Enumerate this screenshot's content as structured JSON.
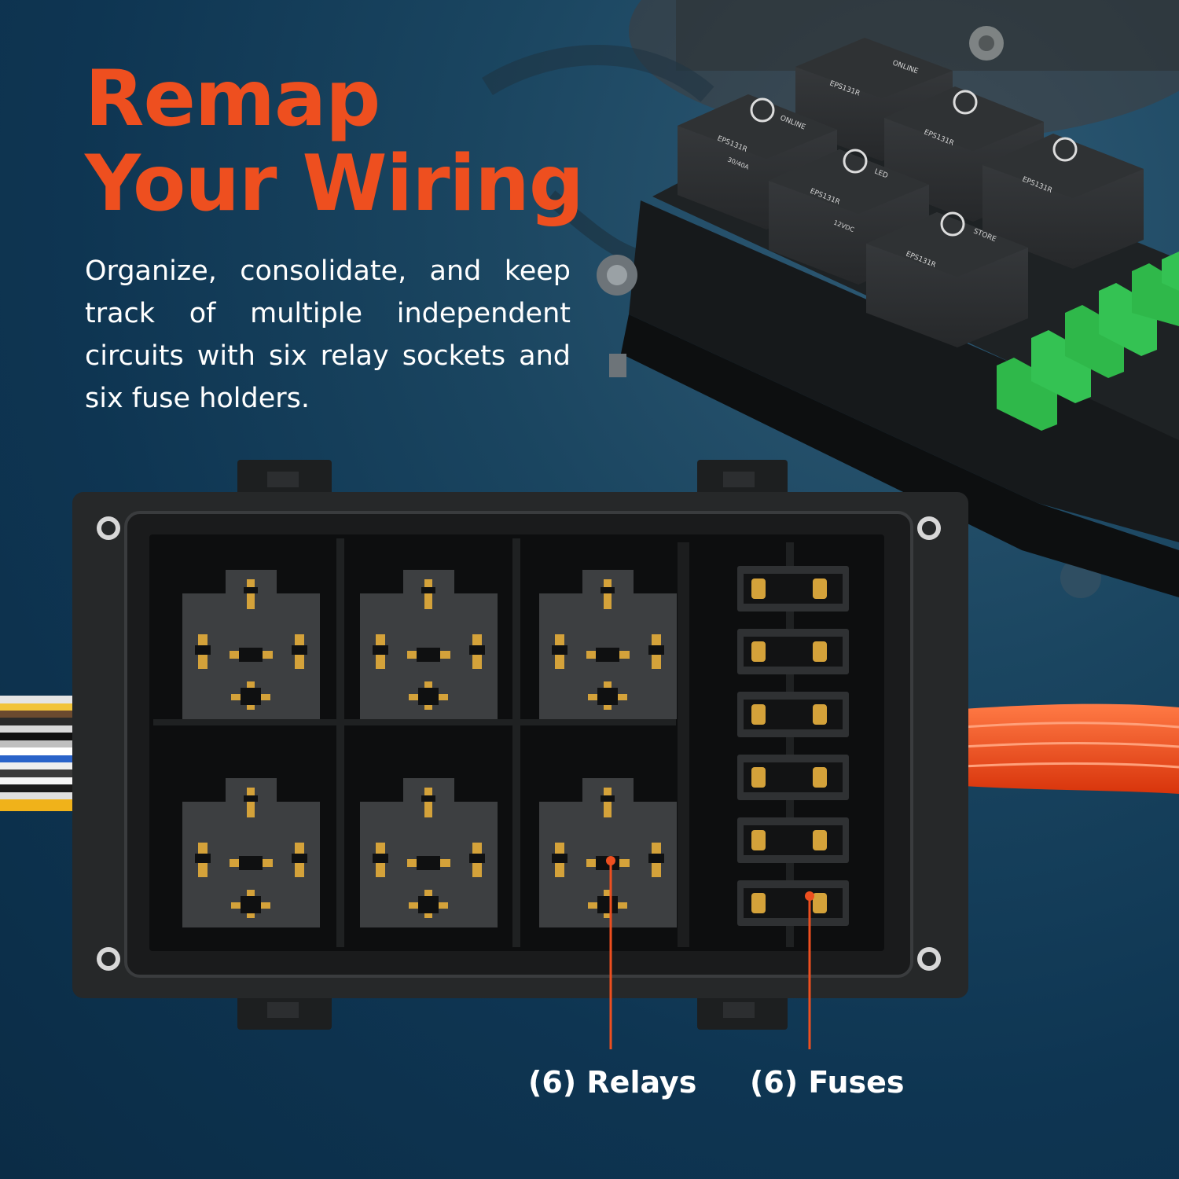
{
  "headline": {
    "line1": "Remap",
    "line2": "Your Wiring"
  },
  "description": "Organize, consolidate, and keep track of multiple independent circuits with six relay sockets and six fuse holders.",
  "callouts": {
    "relays": "(6) Relays",
    "fuses": "(6) Fuses"
  },
  "relay_markings": {
    "brand_line1": "ONLINE",
    "brand_line2": "LED",
    "brand_line3": "STORE",
    "model": "EPS131R",
    "rating": "30/40A",
    "voltage": "12VDC"
  },
  "colors": {
    "accent": "#ee4f1f",
    "background": "#0d3350",
    "text": "#ffffff",
    "fuse": "#2fb84a",
    "terminal": "#d4a23a"
  }
}
